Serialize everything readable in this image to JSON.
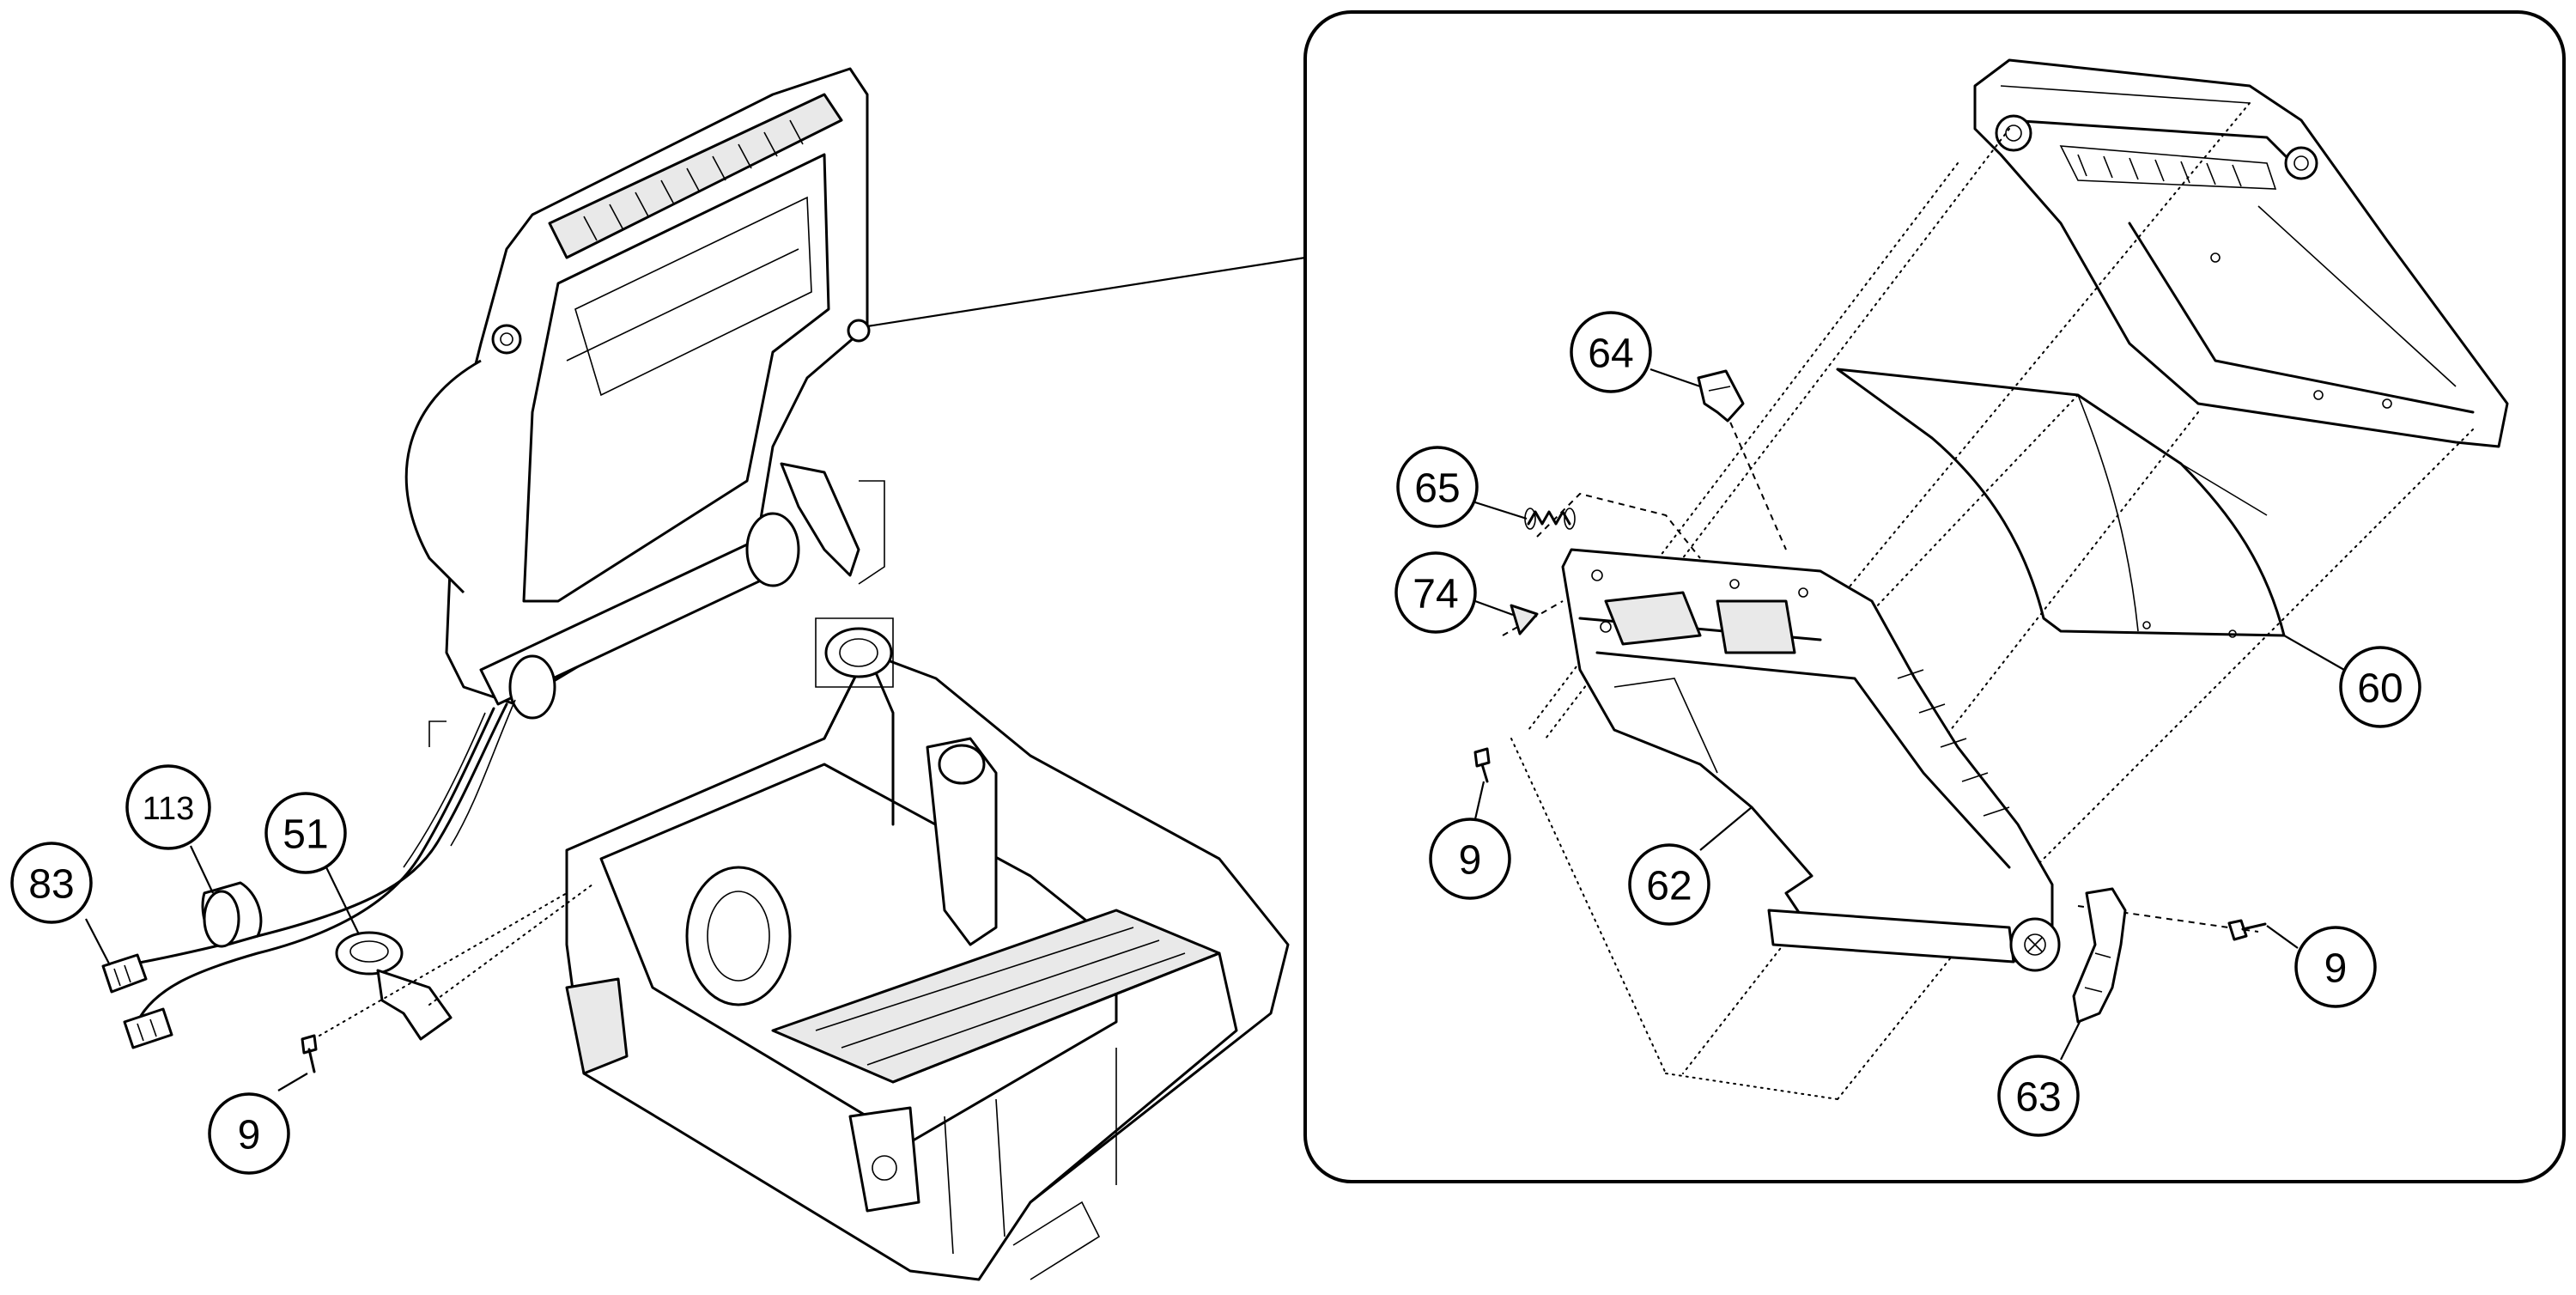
{
  "callouts": {
    "c83": "83",
    "c113": "113",
    "c51": "51",
    "c9_left": "9",
    "c64": "64",
    "c65": "65",
    "c74": "74",
    "c9_mid": "9",
    "c62": "62",
    "c60": "60",
    "c9_right": "9",
    "c63": "63"
  }
}
